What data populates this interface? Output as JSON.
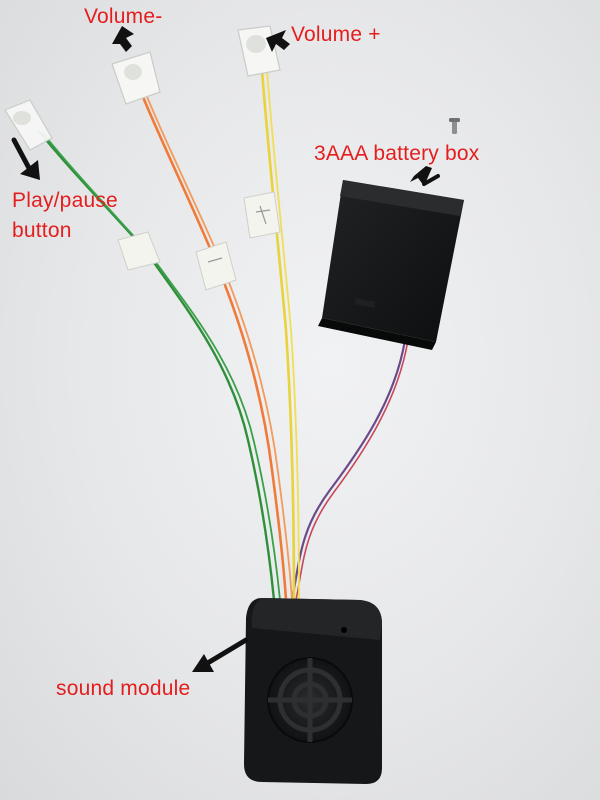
{
  "labels": {
    "volume_minus": "Volume-",
    "volume_plus": "Volume +",
    "play_pause": "Play/pause button",
    "battery_box": "3AAA battery box",
    "sound_module": "sound module"
  },
  "colors": {
    "label_text": "#e41e1e",
    "arrow": "#111111",
    "wire_green": "#2f8f3a",
    "wire_orange": "#f07a3a",
    "wire_yellow": "#e8d33a",
    "wire_purple": "#6a4a8a",
    "device_body": "#161718",
    "background": "#e9eaec"
  }
}
